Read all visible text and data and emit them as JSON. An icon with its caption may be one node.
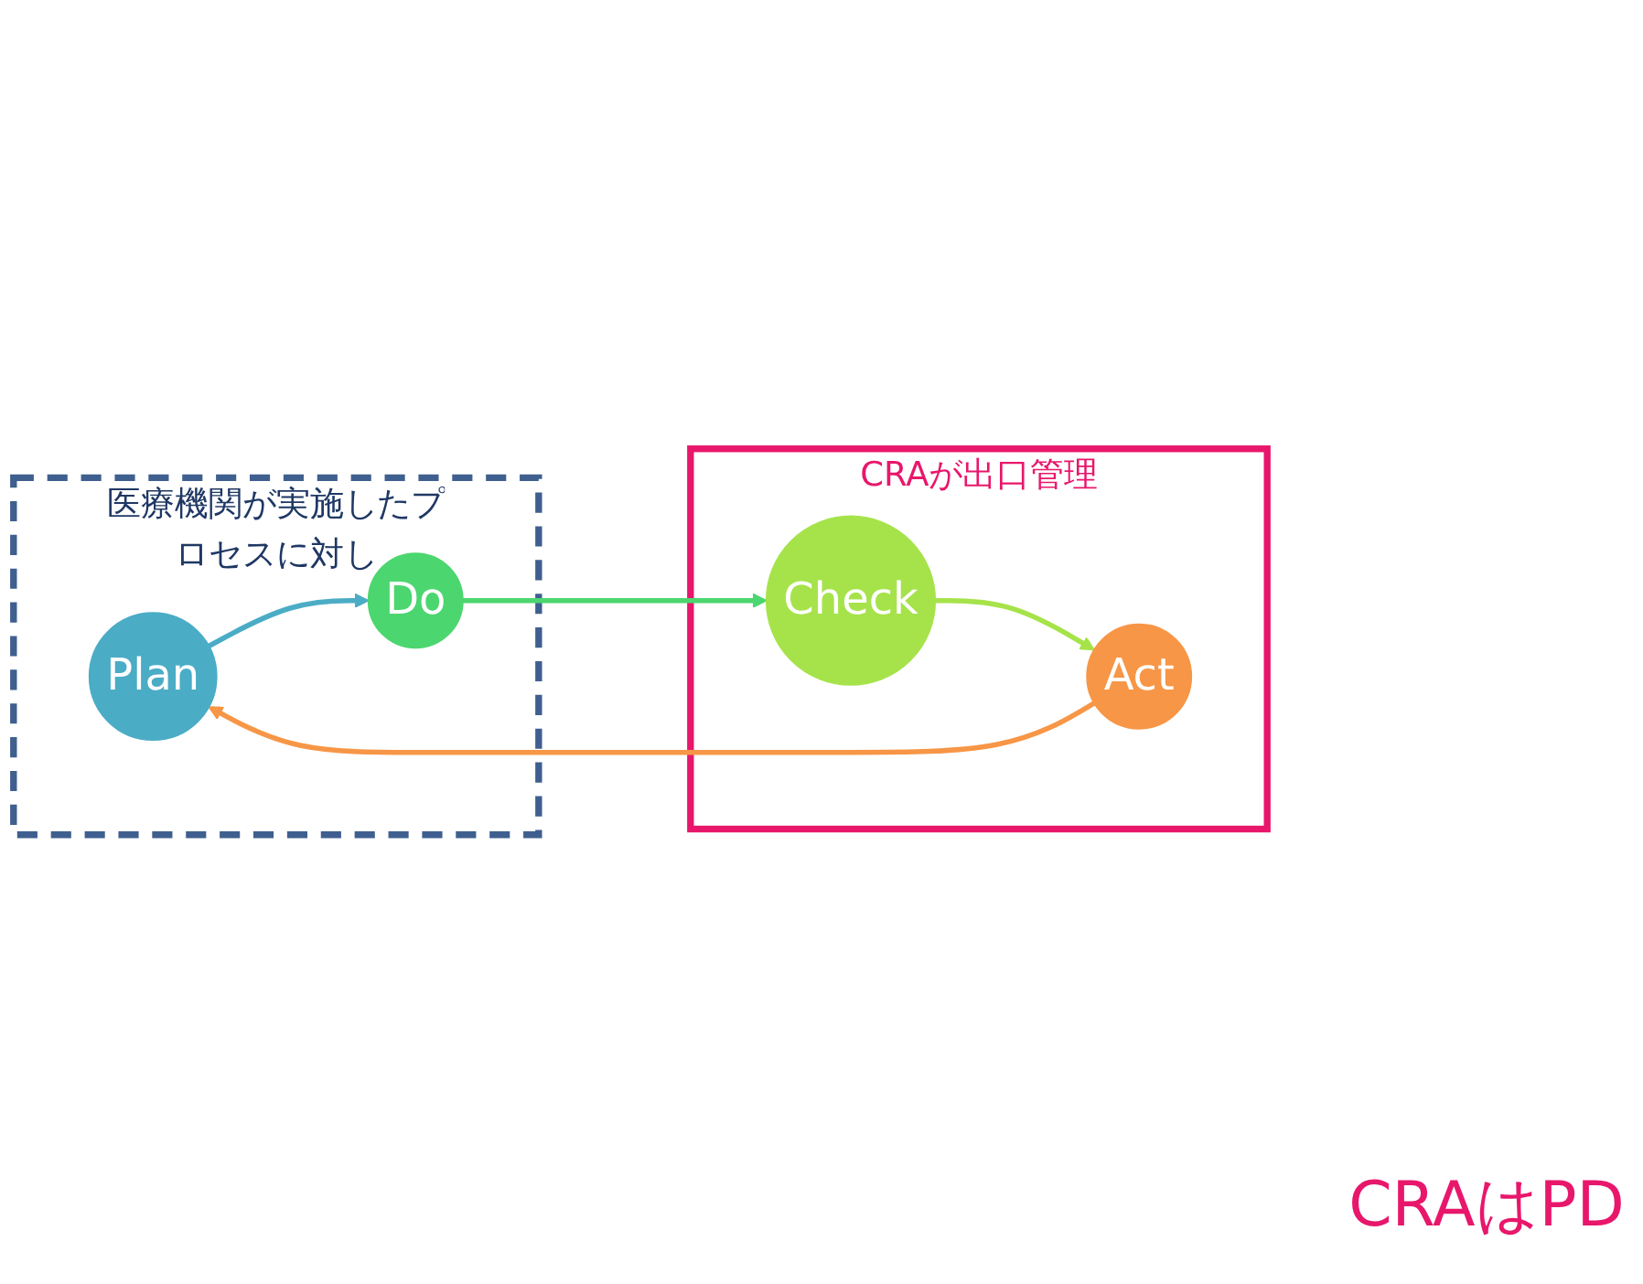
{
  "diagram": {
    "nodes": [
      {
        "text": [
          "医療機関が実施したプロセスに対し"
        ]
      },
      {
        "text": [
          "Plan"
        ],
        "in": 0
      },
      {
        "text": [
          "Do"
        ],
        "in": 0
      },
      {
        "text": [
          "CRAが出口管理"
        ]
      },
      {
        "text": [
          "Check"
        ],
        "in": 3
      },
      {
        "text": [
          "Act"
        ],
        "in": 3
      }
    ],
    "edges": [
      {
        "from": 1,
        "to": 2,
        "arrow": "to",
        "color": "#4bacc6"
      },
      {
        "from": 2,
        "to": 4,
        "arrow": "to",
        "color": "#4cd66f"
      },
      {
        "from": 4,
        "to": 5,
        "arrow": "to",
        "color": "#a6e34b"
      },
      {
        "from": 5,
        "to": 1,
        "arrow": "to",
        "color": "#f79646"
      }
    ],
    "labels": [
      "CRAはPD"
    ]
  }
}
